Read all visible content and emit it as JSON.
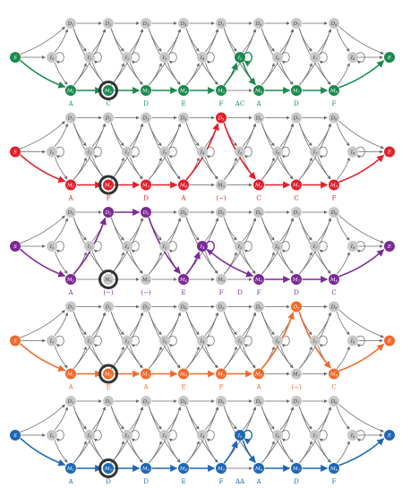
{
  "node_letters": {
    "start": "S",
    "end": "E",
    "delete": "D",
    "insert": "I",
    "match": "M"
  },
  "panels": [
    {
      "color": "#1a8a4e",
      "path": [
        "S",
        "M1",
        "M2",
        "M3",
        "M4",
        "M5",
        "I5",
        "M6",
        "M7",
        "M8",
        "E"
      ],
      "labels": [
        {
          "col": 1,
          "text": "A"
        },
        {
          "col": 2,
          "text": "C"
        },
        {
          "col": 3,
          "text": "D"
        },
        {
          "col": 4,
          "text": "E"
        },
        {
          "col": 5,
          "text": "F"
        },
        {
          "col": 5.5,
          "text": "AC"
        },
        {
          "col": 6,
          "text": "A"
        },
        {
          "col": 7,
          "text": "D"
        },
        {
          "col": 8,
          "text": "F"
        }
      ]
    },
    {
      "color": "#e0202a",
      "path": [
        "S",
        "M1",
        "M2",
        "M3",
        "M4",
        "D5",
        "M6",
        "M7",
        "M8",
        "E"
      ],
      "labels": [
        {
          "col": 1,
          "text": "A"
        },
        {
          "col": 2,
          "text": "F"
        },
        {
          "col": 3,
          "text": "D"
        },
        {
          "col": 4,
          "text": "A"
        },
        {
          "col": 5,
          "text": "(−)"
        },
        {
          "col": 6,
          "text": "C"
        },
        {
          "col": 7,
          "text": "C"
        },
        {
          "col": 8,
          "text": "F"
        }
      ]
    },
    {
      "color": "#7b2a95",
      "path": [
        "S",
        "M1",
        "D2",
        "D3",
        "M4",
        "I4",
        "M6",
        "M7",
        "M8",
        "E"
      ],
      "labels": [
        {
          "col": 1,
          "text": "A"
        },
        {
          "col": 2,
          "text": "(−)"
        },
        {
          "col": 3,
          "text": "(−)"
        },
        {
          "col": 4,
          "text": "E"
        },
        {
          "col": 5,
          "text": "F"
        },
        {
          "col": 5.5,
          "text": "D"
        },
        {
          "col": 6,
          "text": "F"
        },
        {
          "col": 7,
          "text": "D"
        },
        {
          "col": 8,
          "text": "C"
        }
      ]
    },
    {
      "color": "#ef6a2b",
      "path": [
        "S",
        "M1",
        "M2",
        "M3",
        "M4",
        "M5",
        "M6",
        "D7",
        "M8",
        "E"
      ],
      "labels": [
        {
          "col": 1,
          "text": "A"
        },
        {
          "col": 2,
          "text": "E"
        },
        {
          "col": 3,
          "text": "A"
        },
        {
          "col": 4,
          "text": "E"
        },
        {
          "col": 5,
          "text": "F"
        },
        {
          "col": 6,
          "text": "A"
        },
        {
          "col": 7,
          "text": "(−)"
        },
        {
          "col": 8,
          "text": "C"
        }
      ]
    },
    {
      "color": "#1d67b5",
      "path": [
        "S",
        "M1",
        "M2",
        "M3",
        "M4",
        "M5",
        "I5",
        "M6",
        "M7",
        "M8",
        "E"
      ],
      "labels": [
        {
          "col": 1,
          "text": "A"
        },
        {
          "col": 2,
          "text": "D"
        },
        {
          "col": 3,
          "text": "D"
        },
        {
          "col": 4,
          "text": "E"
        },
        {
          "col": 5,
          "text": "F"
        },
        {
          "col": 5.5,
          "text": "AA"
        },
        {
          "col": 6,
          "text": "A"
        },
        {
          "col": 7,
          "text": "D"
        },
        {
          "col": 8,
          "text": "F"
        }
      ]
    }
  ],
  "highlighted_node": "M2",
  "gray_node_color": "#c8c8c8",
  "edge_color": "#666666"
}
